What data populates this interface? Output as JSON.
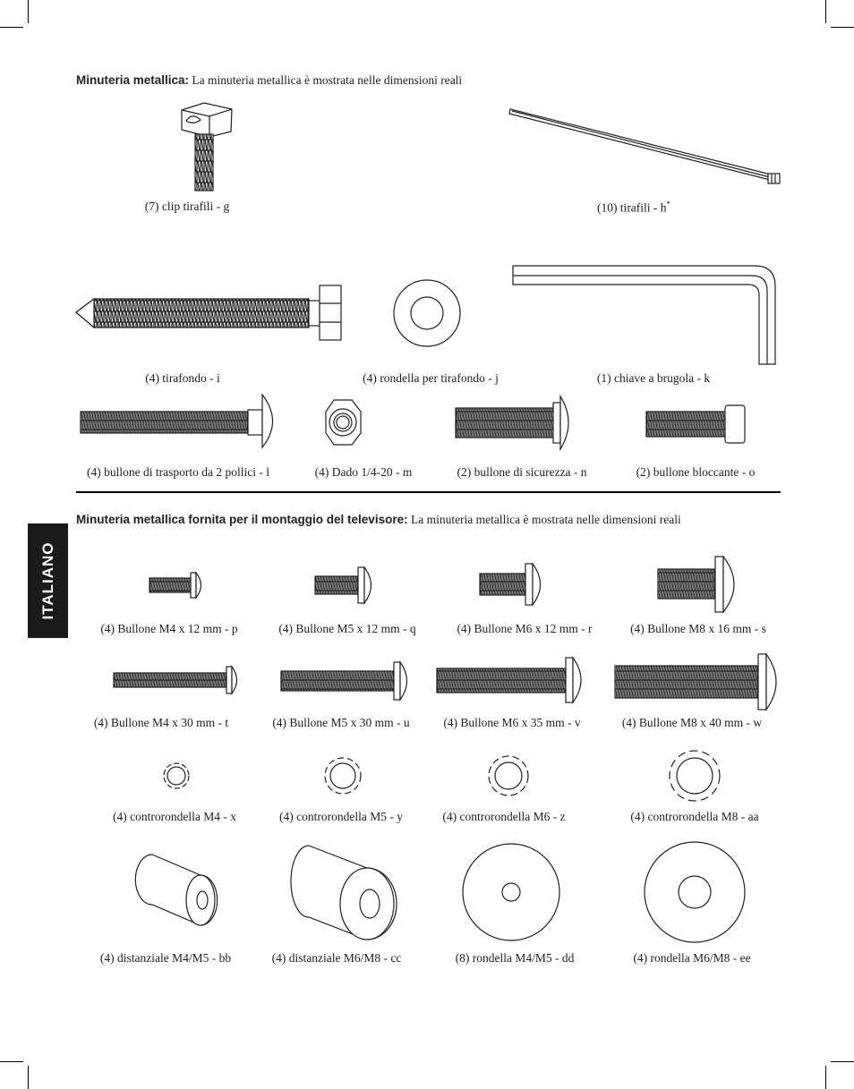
{
  "section1": {
    "title": "Minuteria metallica:",
    "subtitle": "La minuteria metallica è mostrata nelle dimensioni reali",
    "items": [
      {
        "id": "g",
        "label": "(7) clip tirafili - g"
      },
      {
        "id": "h",
        "label": "(10) tirafili - h",
        "note": "*"
      },
      {
        "id": "i",
        "label": "(4) tirafondo - i"
      },
      {
        "id": "j",
        "label": "(4) rondella per tirafondo - j"
      },
      {
        "id": "k",
        "label": "(1) chiave a brugola - k"
      },
      {
        "id": "l",
        "label": "(4) bullone di trasporto da 2 pollici - l"
      },
      {
        "id": "m",
        "label": "(4) Dado 1/4-20 - m"
      },
      {
        "id": "n",
        "label": "(2) bullone di sicurezza - n"
      },
      {
        "id": "o",
        "label": "(2) bullone bloccante - o"
      }
    ]
  },
  "section2": {
    "title": "Minuteria metallica fornita per il montaggio del televisore:",
    "subtitle": "La minuteria metallica è mostrata nelle dimensioni reali",
    "items": [
      {
        "id": "p",
        "label": "(4) Bullone M4 x 12 mm - p"
      },
      {
        "id": "q",
        "label": "(4) Bullone M5 x 12 mm - q"
      },
      {
        "id": "r",
        "label": "(4) Bullone M6 x 12 mm - r"
      },
      {
        "id": "s",
        "label": "(4) Bullone M8 x 16 mm - s"
      },
      {
        "id": "t",
        "label": "(4) Bullone M4 x 30 mm - t"
      },
      {
        "id": "u",
        "label": "(4) Bullone M5 x 30 mm - u"
      },
      {
        "id": "v",
        "label": "(4) Bullone M6 x 35 mm - v"
      },
      {
        "id": "w",
        "label": "(4) Bullone M8 x 40 mm - w"
      },
      {
        "id": "x",
        "label": "(4) controrondella M4 - x"
      },
      {
        "id": "y",
        "label": "(4) controrondella M5 - y"
      },
      {
        "id": "z",
        "label": "(4) controrondella M6 - z"
      },
      {
        "id": "aa",
        "label": "(4) controrondella M8 - aa"
      },
      {
        "id": "bb",
        "label": "(4) distanziale M4/M5 - bb"
      },
      {
        "id": "cc",
        "label": "(4) distanziale M6/M8 - cc"
      },
      {
        "id": "dd",
        "label": "(8) rondella M4/M5 - dd"
      },
      {
        "id": "ee",
        "label": "(4) rondella M6/M8 - ee"
      }
    ]
  },
  "side_tab": "ITALIANO"
}
